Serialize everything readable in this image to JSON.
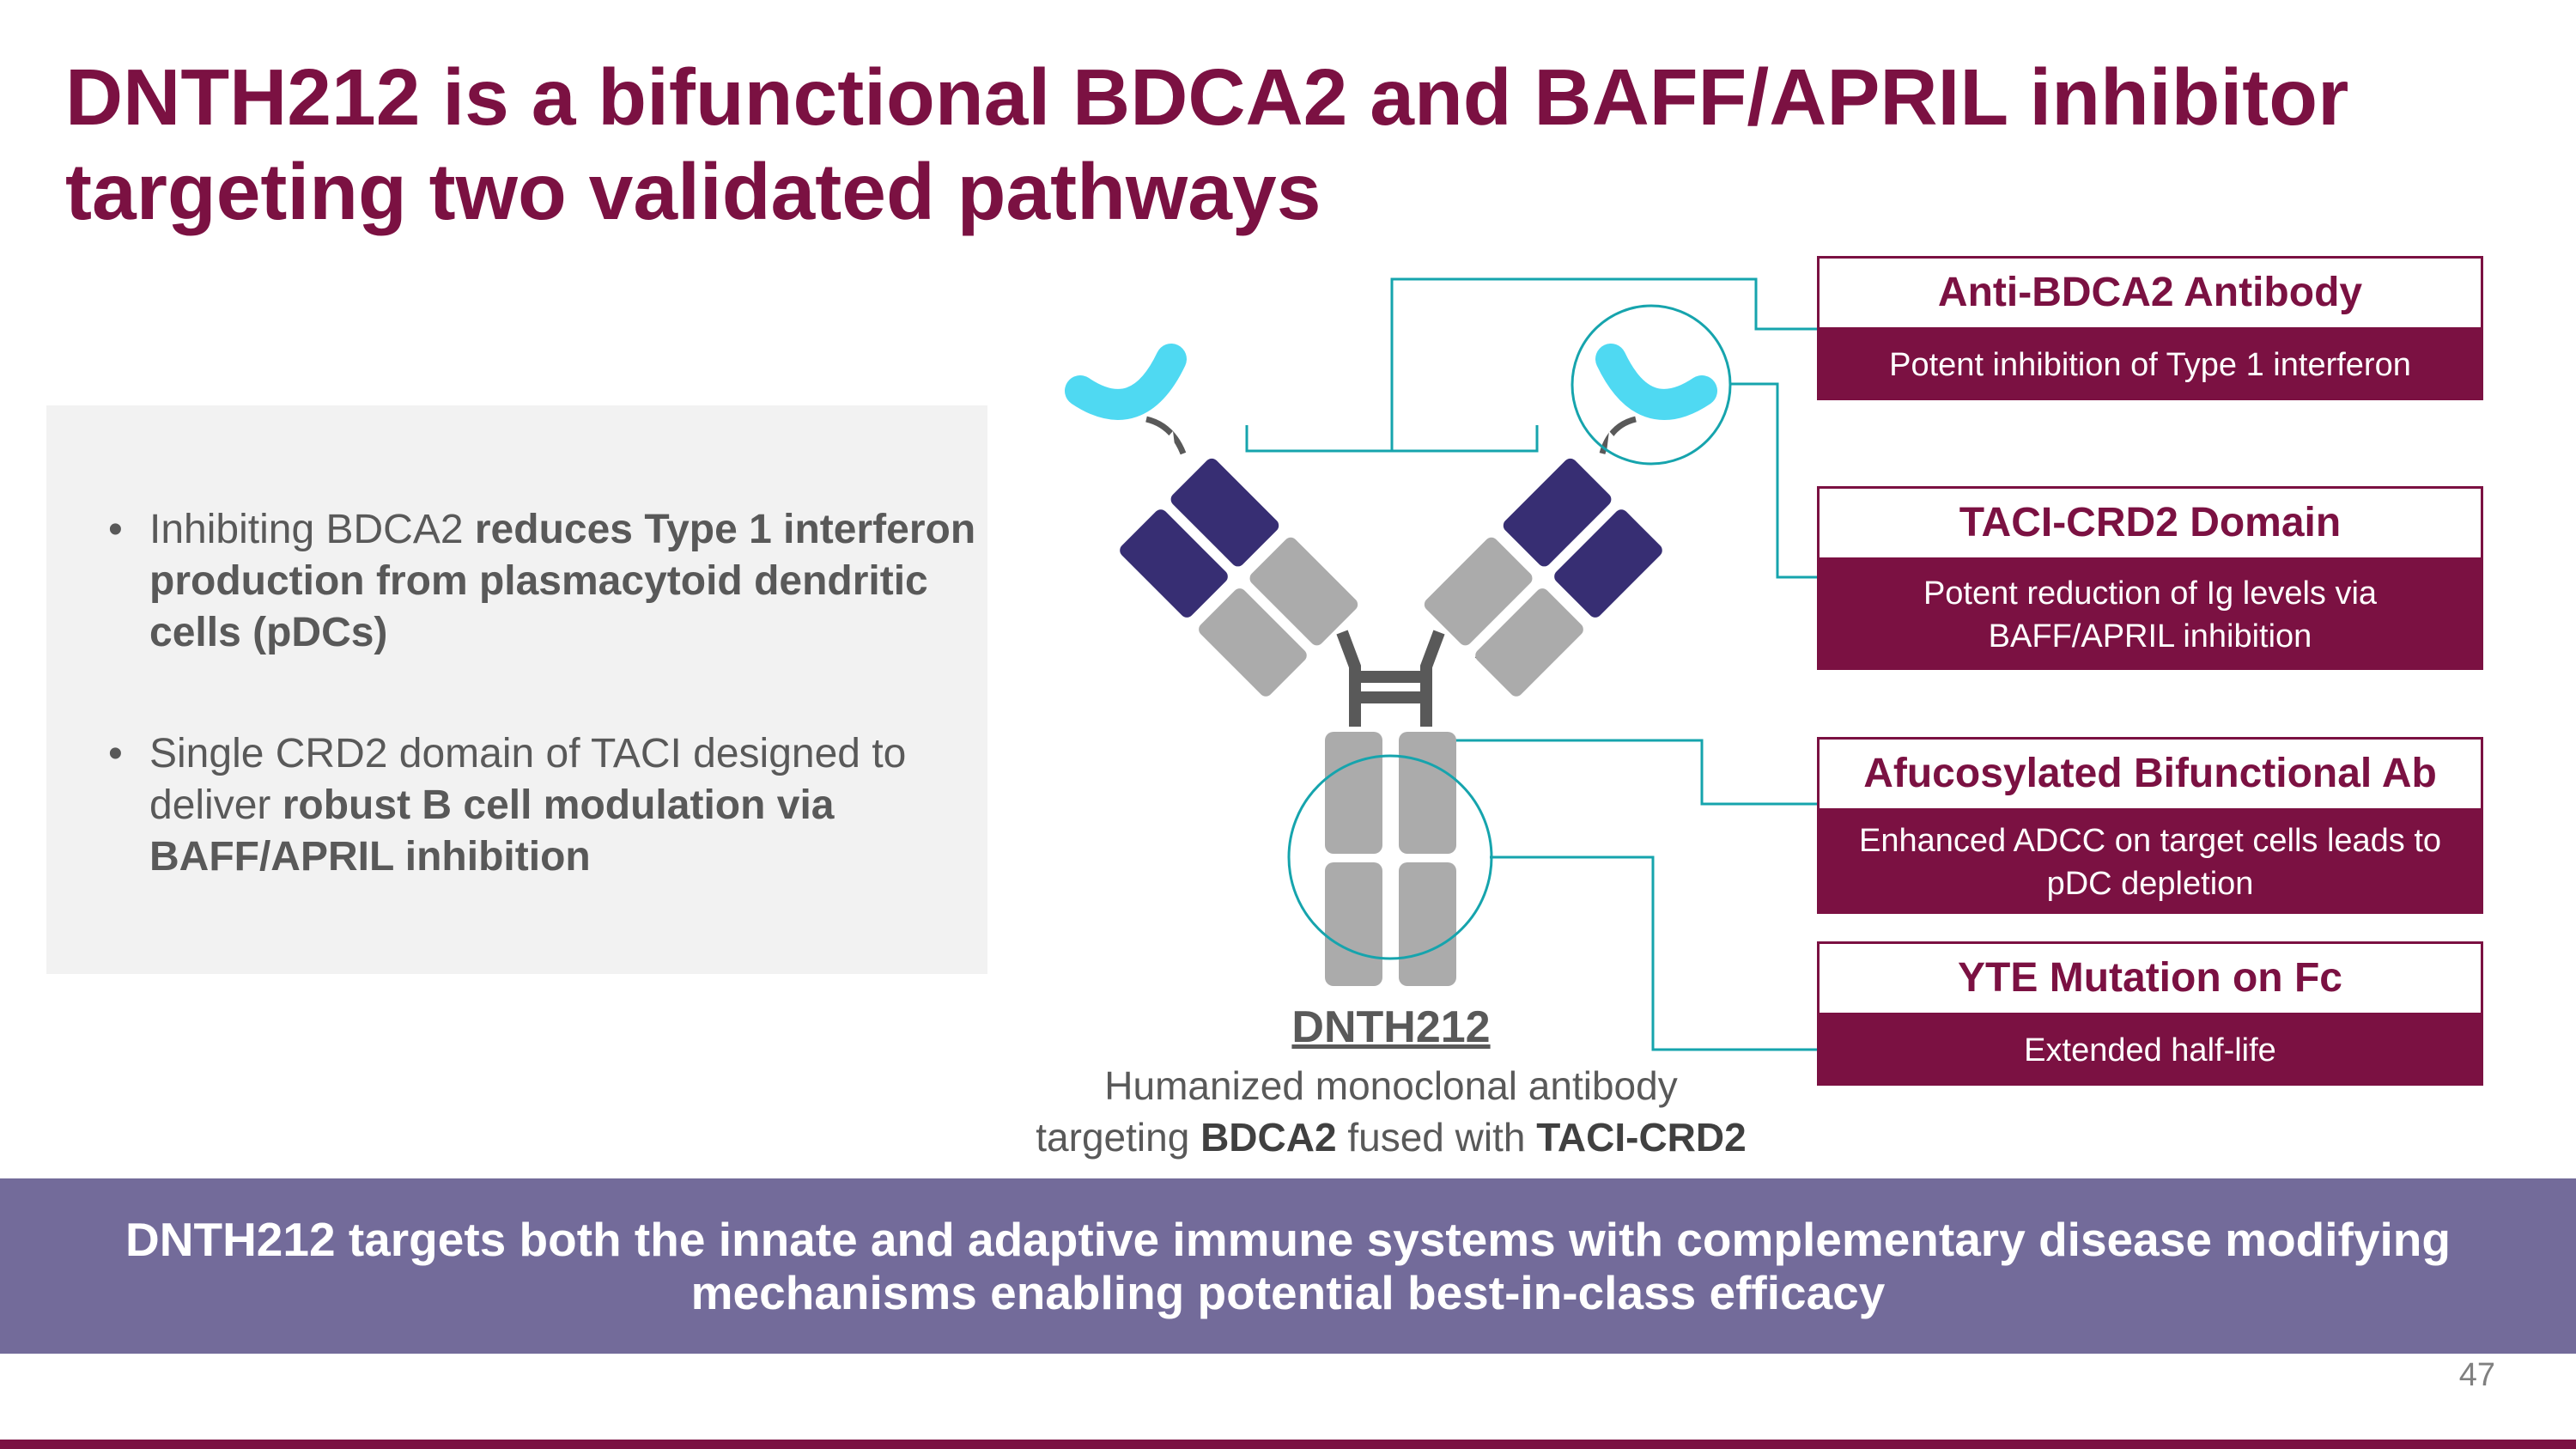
{
  "title": {
    "line1": "DNTH212 is a bifunctional BDCA2 and BAFF/APRIL inhibitor",
    "line2": "targeting two validated pathways"
  },
  "bullets": [
    {
      "bullet_char": "•",
      "lines": [
        {
          "plain": "Inhibiting BDCA2 ",
          "bold": "reduces Type 1 interferon"
        },
        {
          "plain": "",
          "bold": "production from plasmacytoid dendritic"
        },
        {
          "plain": "",
          "bold": "cells (pDCs)"
        }
      ]
    },
    {
      "bullet_char": "•",
      "lines": [
        {
          "plain": "Single CRD2 domain of TACI designed to",
          "bold": ""
        },
        {
          "plain": "deliver ",
          "bold": "robust B cell modulation via"
        },
        {
          "plain": "",
          "bold": "BAFF/APRIL inhibition"
        }
      ]
    }
  ],
  "callouts": [
    {
      "title": "Anti-BDCA2 Antibody",
      "lines": [
        "Potent inhibition of Type 1 interferon"
      ]
    },
    {
      "title": "TACI-CRD2 Domain",
      "lines": [
        "Potent reduction of Ig levels via",
        "BAFF/APRIL inhibition"
      ]
    },
    {
      "title": "Afucosylated Bifunctional Ab",
      "lines": [
        "Enhanced ADCC on target cells leads to",
        "pDC depletion"
      ]
    },
    {
      "title": "YTE Mutation on Fc",
      "lines": [
        "Extended half-life"
      ]
    }
  ],
  "antibody": {
    "name": "DNTH212",
    "desc_line1": "Humanized monoclonal antibody",
    "desc_line2_parts": [
      "targeting ",
      "BDCA2",
      " fused with ",
      "TACI-CRD2"
    ]
  },
  "banner": {
    "line1": "DNTH212 targets both the innate and adaptive immune systems with complementary disease modifying",
    "line2": "mechanisms enabling potential best-in-class efficacy"
  },
  "page_number": "47",
  "colors": {
    "brand": "#7b1142",
    "banner": "#736b9a",
    "teal": "#16a4ad",
    "navy": "#372e73",
    "gray_domain": "#ababab",
    "cyan": "#4fd9f2"
  }
}
